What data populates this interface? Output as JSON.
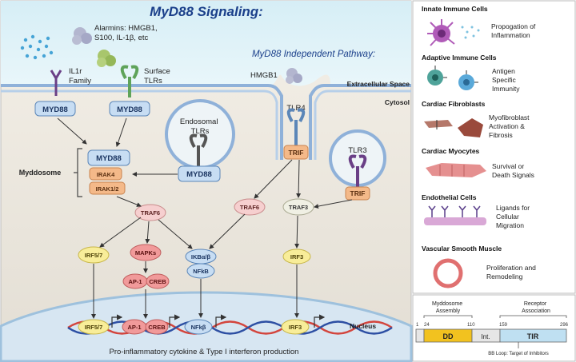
{
  "main": {
    "title": "MyD88 Signaling:",
    "independent_title": "MyD88 Independent Pathway:",
    "alarmins_label": [
      "Alarmins: HMGB1,",
      "S100, IL-1β, etc"
    ],
    "il1r_label": [
      "IL1r",
      "Family"
    ],
    "surface_tlr_label": [
      "Surface",
      "TLRs"
    ],
    "hmgb1_label": "HMGB1",
    "extracellular_label": "Extracellular Space",
    "cytosol_label": "Cytosol",
    "myd88_label": "MYD88",
    "endosomal_label": [
      "Endosomal",
      "TLRs"
    ],
    "tlr4_label": "TLR4",
    "tlr3_label": "TLR3",
    "trif_label": "TRIF",
    "myddosome_label": "Myddosome",
    "irak4_label": "IRAK4",
    "irak12_label": "IRAK1/2",
    "traf6_label": "TRAF6",
    "traf3_label": "TRAF3",
    "irf57_label": "IRF5/7",
    "mapks_label": "MAPKs",
    "ap1_label": "AP-1",
    "creb_label": "CREB",
    "ikb_label": "IKBα/β",
    "nfkb_label": "NFkB",
    "nfkb_nuc_label": "NFkβ",
    "irf3_label": "IRF3",
    "nucleus_label": "Nucleus",
    "bottom_caption": "Pro-inflammatory cytokine & Type I interferon production"
  },
  "legend": [
    {
      "heading": "Innate Immune Cells",
      "desc": [
        "Propogation of",
        "Inflammation"
      ]
    },
    {
      "heading": "Adaptive Immune Cells",
      "desc": [
        "Antigen",
        "Specific",
        "Immunity"
      ]
    },
    {
      "heading": "Cardiac Fibroblasts",
      "desc": [
        "Myofibroblast",
        "Activation &",
        "Fibrosis"
      ]
    },
    {
      "heading": "Cardiac Myocytes",
      "desc": [
        "Survival or",
        "Death Signals"
      ]
    },
    {
      "heading": "Endothelial Cells",
      "desc": [
        "Ligands for",
        "Cellular",
        "Migration"
      ]
    },
    {
      "heading": "Vascular Smooth Muscle",
      "desc": [
        "Proliferation and",
        "Remodeling"
      ]
    }
  ],
  "domain_panel": {
    "assembly_label": [
      "Myddosome",
      "Assembly"
    ],
    "association_label": [
      "Receptor",
      "Association"
    ],
    "ticks": [
      "1",
      "24",
      "110",
      "159",
      "296"
    ],
    "dd_label": "DD",
    "int_label": "Int.",
    "tir_label": "TIR",
    "bb_label": "BB Loop: Target of Inhibitors"
  },
  "colors": {
    "title_blue": "#1a3f8a",
    "myd88_fill": "#c7ddf3",
    "orange_fill": "#f4b989",
    "traf_fill": "#f6cfcf",
    "irf_fill": "#f8ed99",
    "red_fill": "#f19a9a",
    "dd_fill": "#f2c21f",
    "tir_fill": "#bfe0f2"
  }
}
